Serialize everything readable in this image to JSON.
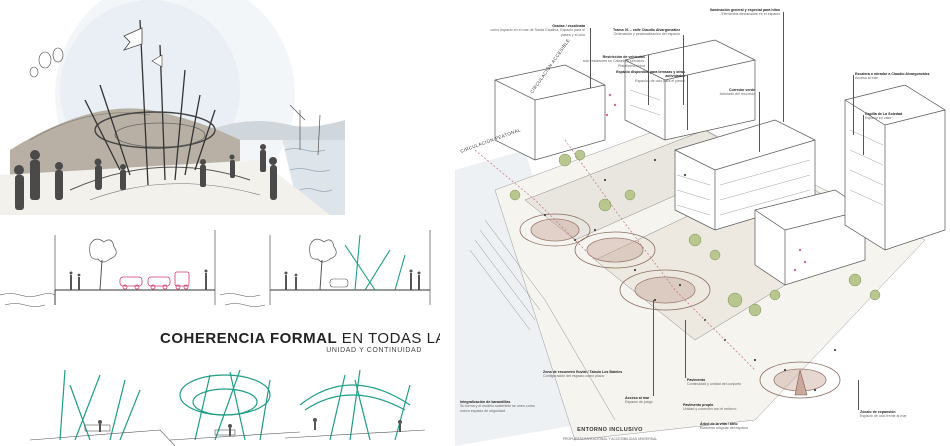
{
  "title": {
    "bold": "COHERENCIA FORMAL",
    "rest": " EN TODAS LAS ACTUACIONES",
    "subtitle": "UNIDAD Y CONTINUIDAD"
  },
  "axo_labels": {
    "circ_accesibilidad": "CIRCULACIÓN ACCESIBLE",
    "circ_peatonal": "CIRCULACIÓN PEATONAL",
    "entorno_title": "ENTORNO INCLUSIVO",
    "entorno_sub": "PROPUESTA INVITACIONAL Y ACCESIBILIDAD UNIVERSAL"
  },
  "annotations": [
    {
      "id": "gradas",
      "head": "Gradas / escalinata",
      "desc": "como espacio en el mar de Santa Catalina. Espacio para el paseo y el ocio"
    },
    {
      "id": "restriccion",
      "head": "Restricción de vehículos",
      "desc": "solo residentes en Calzada y servicios. Plataforma única"
    },
    {
      "id": "tramo",
      "head": "Tramo 01 – calle Claudio Alvargonzález",
      "desc": "Ordenación y peatonalización del espacio"
    },
    {
      "id": "espacio-terrazas",
      "head": "Espacio disponible para terrazas y otras actividades",
      "desc": "Espacios de ocio para el paseo"
    },
    {
      "id": "corredor",
      "head": "Corredor verde",
      "desc": "Arbolado del recorrido"
    },
    {
      "id": "iluminacion",
      "head": "Iluminación general y especial para hitos",
      "desc": "Elementos destacados en el espacio"
    },
    {
      "id": "escalera",
      "head": "Escalera o mirador a Claudio Alvargonzález",
      "desc": "Acceso al mar"
    },
    {
      "id": "capilla",
      "head": "Capilla de La Soledad",
      "desc": "Espacio en valor"
    },
    {
      "id": "integracion",
      "head": "Integralización de barandillas",
      "desc": "Su forma y el modelo sostenible se unen como nuevo espacio de seguridad"
    },
    {
      "id": "zona-encuentro",
      "head": "Zona de encuentro fluvial / Tabulo Los Bateles",
      "desc": "Configuración del espacio como plaza"
    },
    {
      "id": "acceso-mar",
      "head": "Acceso al mar",
      "desc": "Espacio de juego"
    },
    {
      "id": "pavimento",
      "head": "Pavimento",
      "desc": "Continuidad y unidad del conjunto"
    },
    {
      "id": "pavimento-prop",
      "head": "Pavimento propio",
      "desc": "Unidad y conexión con el entorno"
    },
    {
      "id": "arbol",
      "head": "Árbol de la vida / atrio",
      "desc": "Elemento singular del espacio"
    },
    {
      "id": "zocalo",
      "head": "Zócalo de expansión",
      "desc": "Espacio de ocio frente al mar"
    }
  ]
}
